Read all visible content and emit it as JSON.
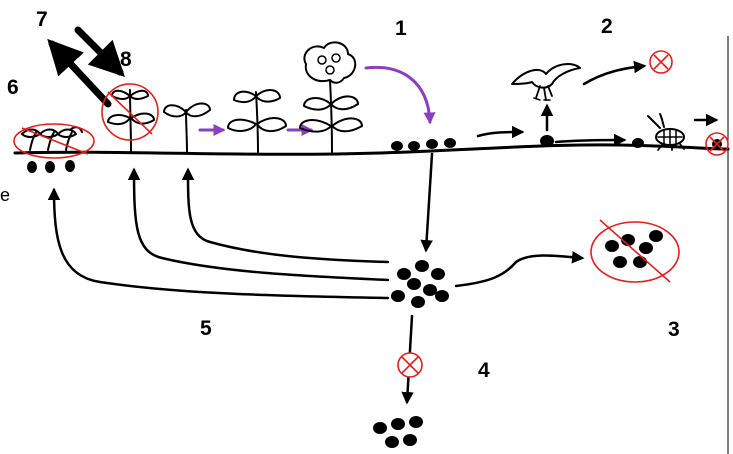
{
  "diagram": {
    "step_labels": [
      "1",
      "2",
      "3",
      "4",
      "5",
      "6",
      "7",
      "8"
    ],
    "edge_fragment": "e"
  },
  "colors": {
    "ink": "#000000",
    "loss_marker": "#e02020",
    "growth_arrow": "#8a3fbf",
    "background": "#ffffff"
  },
  "icons": [
    "seed-icon",
    "seedling-icon",
    "flowering-plant-icon",
    "bird-icon",
    "beetle-icon",
    "crossed-circle-icon"
  ]
}
